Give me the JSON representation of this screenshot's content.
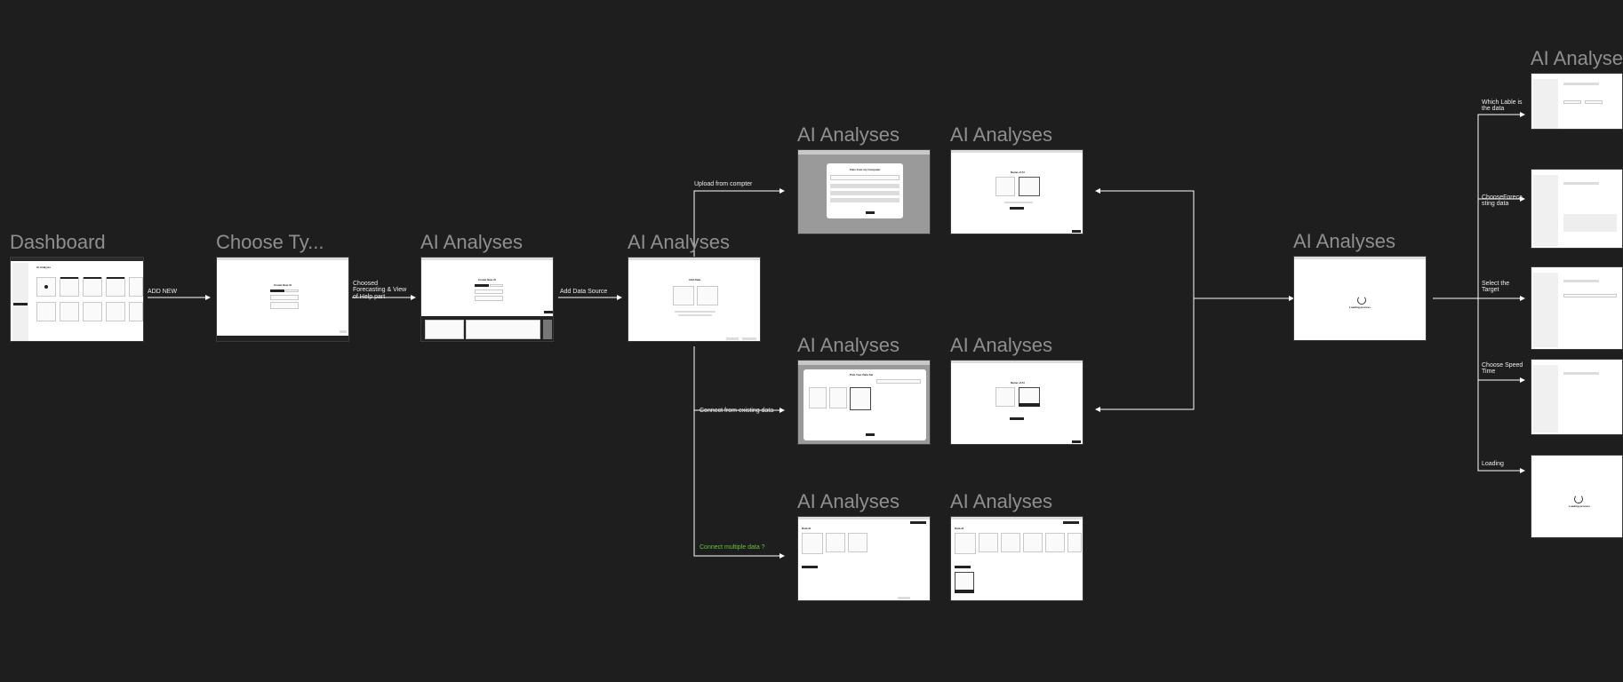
{
  "frames": {
    "dashboard": {
      "title": "Dashboard",
      "heading": "AI Analysis"
    },
    "choose_type": {
      "title": "Choose Ty...",
      "heading": "Create New AI"
    },
    "ai_analyses_1": {
      "title": "AI Analyses",
      "heading": "Create New AI"
    },
    "ai_analyses_2": {
      "title": "AI Analyses",
      "heading": "Add Data"
    },
    "upload_modal": {
      "title": "AI Analyses",
      "heading": "Files from my Computer"
    },
    "upload_result": {
      "title": "AI Analyses",
      "heading": "Name of AI"
    },
    "connect_modal": {
      "title": "AI Analyses",
      "heading": "Pick Your Data Set"
    },
    "connect_result": {
      "title": "AI Analyses",
      "heading": "Name of AI"
    },
    "multi_1": {
      "title": "AI Analyses",
      "heading": "Data AI"
    },
    "multi_2": {
      "title": "AI Analyses",
      "heading": "Data AI"
    },
    "loading": {
      "title": "AI Analyses",
      "heading": "Loading process"
    },
    "right_stack": {
      "title": "AI Analyses",
      "heading": "Loading process"
    }
  },
  "edges": {
    "add_new": "ADD NEW",
    "choose_forecasting": "Choosed Forecasting & View of Help part",
    "add_data_source": "Add Data Source",
    "upload_from_computer": "Upload from compter",
    "connect_existing": "Connect from existing data",
    "connect_multiple": "Connect multiple data  ?",
    "which_table": "Which Lable is the data",
    "choose_forecasting_data": "ChooseForeca sting data",
    "select_target": "Select the Target",
    "choose_speed": "Choose Speed Time",
    "loading": "Loading"
  },
  "colors": {
    "background": "#1e1e1e",
    "frame_title": "#8f8f8f",
    "edge_label": "#ededed",
    "edge_label_highlight": "#67c23a"
  }
}
